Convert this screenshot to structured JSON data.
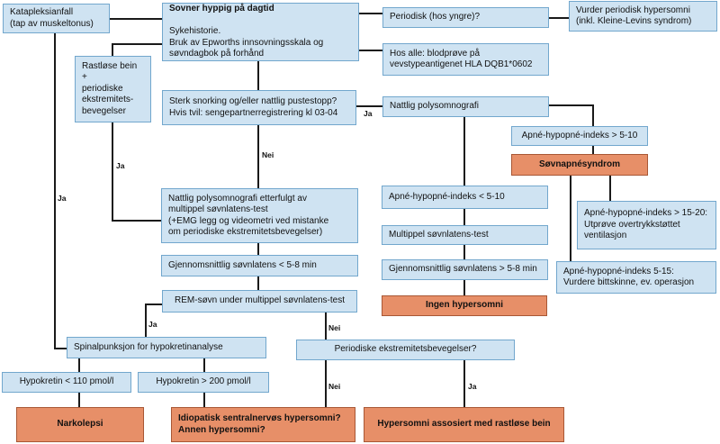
{
  "diagram": {
    "colors": {
      "blue_fill": "#cfe3f2",
      "blue_border": "#72a7cd",
      "orange_fill": "#e78f68",
      "orange_border": "#a85735",
      "line": "#1a1a1a"
    },
    "labels": {
      "ja": "Ja",
      "nei": "Nei"
    },
    "nodes": {
      "kataplexi": {
        "text": "Katapleksianfall\n(tap av muskeltonus)"
      },
      "sovner": {
        "title": "Sovner hyppig på dagtid",
        "body": "Sykehistorie.\nBruk av Epworths innsovningsskala og\nsøvndagbok på forhånd"
      },
      "periodisk": {
        "text": "Periodisk (hos yngre)?"
      },
      "vurder": {
        "text": "Vurder periodisk hypersomni\n(inkl. Kleine-Levins syndrom)"
      },
      "hosalle": {
        "text": "Hos alle: blodprøve på\nvevstypeantigenet HLA DQB1*0602"
      },
      "rastlose": {
        "text": "Rastløse bein +\nperiodiske\nekstremitets-\nbevegelser"
      },
      "snorking": {
        "text": "Sterk snorking og/eller nattlig pustestopp?\nHvis tvil: sengepartnerregistrering kl 03-04"
      },
      "nattligpsg": {
        "text": "Nattlig polysomnografi"
      },
      "ahi510high": {
        "text": "Apné-hypopné-indeks > 5-10"
      },
      "sovnapne": {
        "text": "Søvnapnésyndrom"
      },
      "nattligpsg2": {
        "text": "Nattlig polysomnografi etterfulgt av\nmultippel søvnlatens-test\n(+EMG legg og videometri ved mistanke\nom periodiske ekstremitetsbevegelser)"
      },
      "ahi510low": {
        "text": "Apné-hypopné-indeks < 5-10"
      },
      "ahi1520": {
        "text": "Apné-hypopné-indeks > 15-20:\nUtprøve overtrykkstøttet\nventilasjon"
      },
      "mslt": {
        "text": "Multippel søvnlatens-test"
      },
      "gjslless": {
        "text": "Gjennomsnittlig søvnlatens < 5-8 min"
      },
      "gjslmore": {
        "text": "Gjennomsnittlig søvnlatens > 5-8 min"
      },
      "ahi515": {
        "text": "Apné-hypopné-indeks 5-15:\nVurdere bittskinne, ev. operasjon"
      },
      "remsovn": {
        "text": "REM-søvn under multippel søvnlatens-test"
      },
      "ingenhyp": {
        "text": "Ingen hypersomni"
      },
      "spinal": {
        "text": "Spinalpunksjon for hypokretinanalyse"
      },
      "periodiske2": {
        "text": "Periodiske ekstremitetsbevegelser?"
      },
      "hypo110": {
        "text": "Hypokretin < 110 pmol/l"
      },
      "hypo200": {
        "text": "Hypokretin > 200 pmol/l"
      },
      "narkolepsi": {
        "text": "Narkolepsi"
      },
      "idiopatisk": {
        "text": "Idiopatisk sentralnervøs hypersomni?\nAnnen hypersomni?"
      },
      "hyperrastlos": {
        "text": "Hypersomni assosiert med rastløse bein"
      }
    }
  }
}
